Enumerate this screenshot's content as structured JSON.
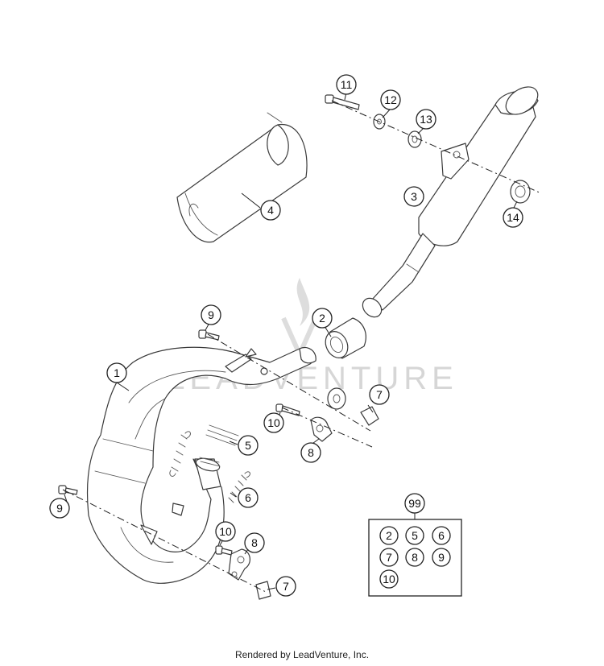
{
  "watermark": {
    "text": "LEADVENTURE",
    "color": "#d6d6d6"
  },
  "footer": {
    "text": "Rendered by LeadVenture, Inc."
  },
  "callouts": {
    "c1": "1",
    "c2": "2",
    "c3": "3",
    "c4": "4",
    "c5": "5",
    "c6": "6",
    "c7a": "7",
    "c7b": "7",
    "c8a": "8",
    "c8b": "8",
    "c9a": "9",
    "c9b": "9",
    "c10a": "10",
    "c10b": "10",
    "c11": "11",
    "c12": "12",
    "c13": "13",
    "c14": "14",
    "c99": "99"
  },
  "kit": {
    "items": [
      "2",
      "5",
      "6",
      "7",
      "8",
      "9",
      "10"
    ]
  }
}
